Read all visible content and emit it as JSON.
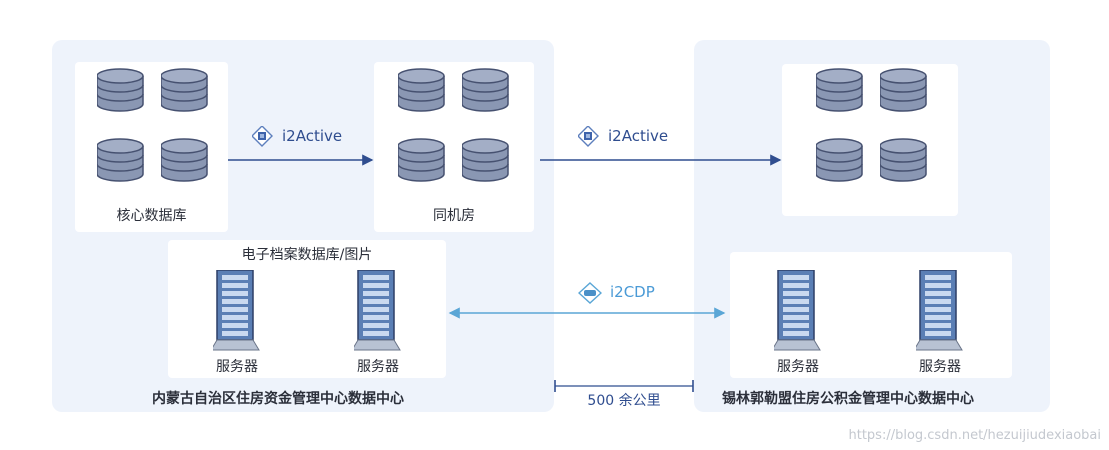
{
  "regions": {
    "left_label": "内蒙古自治区住房资金管理中心数据中心",
    "right_label": "锡林郭勒盟住房公积金管理中心数据中心"
  },
  "nodes": {
    "core_db": "核心数据库",
    "same_room": "同机房",
    "archive_db": "电子档案数据库/图片",
    "server": "服务器"
  },
  "links": {
    "active_1": "i2Active",
    "active_2": "i2Active",
    "cdp": "i2CDP",
    "distance": "500 余公里"
  },
  "watermark": "https://blog.csdn.net/hezuijiudexiaobai",
  "colors": {
    "region_bg": "#eef3fb",
    "db_fill": "#8a97b3",
    "active_line": "#2f4d8f",
    "cdp_line": "#5aa6d6"
  }
}
